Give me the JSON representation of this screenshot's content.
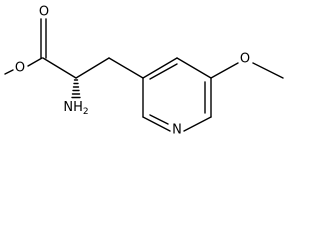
{
  "molecule": {
    "atoms": {
      "carbonyl_oxygen": "O",
      "ester_oxygen": "O",
      "amine": "NH",
      "amine_subscript": "2",
      "ring_nitrogen": "N",
      "methoxy_oxygen": "O"
    }
  }
}
